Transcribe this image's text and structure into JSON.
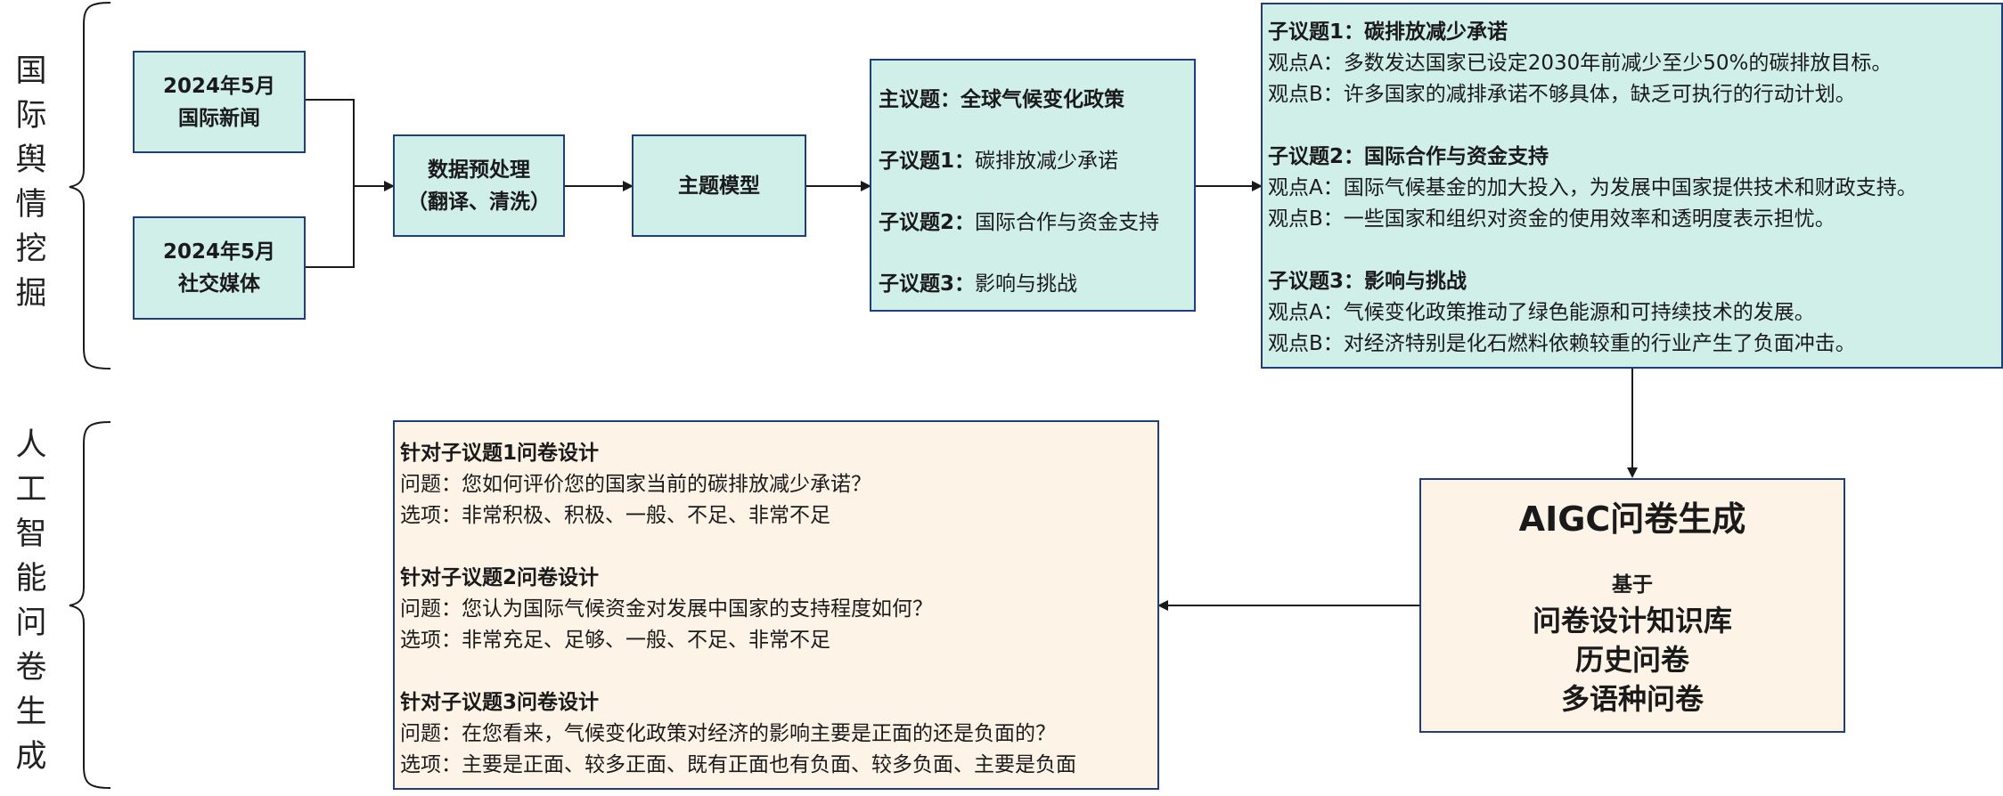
{
  "labels": {
    "mining": [
      "国",
      "际",
      "舆",
      "情",
      "挖",
      "掘"
    ],
    "generation": [
      "人",
      "工",
      "智",
      "能",
      "问",
      "卷",
      "生",
      "成"
    ]
  },
  "sources": {
    "news": [
      "2024年5月",
      "国际新闻"
    ],
    "social": [
      "2024年5月",
      "社交媒体"
    ]
  },
  "preprocess": [
    "数据预处理",
    "（翻译、清洗）"
  ],
  "topic_model": "主题模型",
  "topics": {
    "main_label": "主议题：",
    "main_value": "全球气候变化政策",
    "items": [
      {
        "label": "子议题1：",
        "value": "碳排放减少承诺"
      },
      {
        "label": "子议题2：",
        "value": "国际合作与资金支持"
      },
      {
        "label": "子议题3：",
        "value": "影响与挑战"
      }
    ]
  },
  "details": [
    {
      "title": "子议题1：碳排放减少承诺",
      "points": [
        "观点A：多数发达国家已设定2030年前减少至少50%的碳排放目标。",
        "观点B：许多国家的减排承诺不够具体，缺乏可执行的行动计划。"
      ]
    },
    {
      "title": "子议题2：国际合作与资金支持",
      "points": [
        "观点A：国际气候基金的加大投入，为发展中国家提供技术和财政支持。",
        "观点B：一些国家和组织对资金的使用效率和透明度表示担忧。"
      ]
    },
    {
      "title": "子议题3：影响与挑战",
      "points": [
        "观点A：气候变化政策推动了绿色能源和可持续技术的发展。",
        "观点B：对经济特别是化石燃料依赖较重的行业产生了负面冲击。"
      ]
    }
  ],
  "aigc": {
    "title": "AIGC问卷生成",
    "basis": "基于",
    "sources": [
      "问卷设计知识库",
      "历史问卷",
      "多语种问卷"
    ]
  },
  "questionnaires": [
    {
      "title": "针对子议题1问卷设计",
      "question": "问题：您如何评价您的国家当前的碳排放减少承诺？",
      "options": "选项：非常积极、积极、一般、不足、非常不足"
    },
    {
      "title": "针对子议题2问卷设计",
      "question": "问题：您认为国际气候资金对发展中国家的支持程度如何？",
      "options": "选项：非常充足、足够、一般、不足、非常不足"
    },
    {
      "title": "针对子议题3问卷设计",
      "question": "问题：在您看来，气候变化政策对经济的影响主要是正面的还是负面的？",
      "options": "选项：主要是正面、较多正面、既有正面也有负面、较多负面、主要是负面"
    }
  ]
}
